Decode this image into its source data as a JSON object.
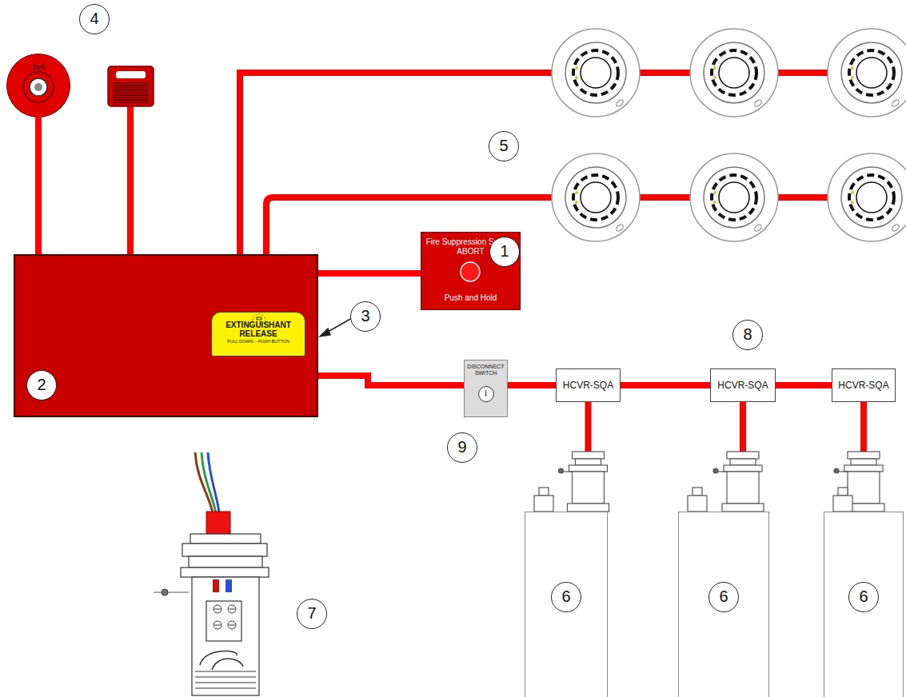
{
  "diagram": {
    "nodes": [
      {
        "text": [
          "Bell"
        ]
      },
      {
        "text": [
          "2"
        ]
      },
      {
        "text": [
          "EXTINGUISHANT RELEASE",
          "PULL DOWN – PUSH BUTTON"
        ],
        "in": 1
      },
      {
        "text": [
          "Fire Suppression System ABORT",
          "Push and Hold"
        ]
      },
      {
        "text": [
          "DISCONNECT SWITCH",
          "I"
        ]
      },
      {
        "text": [
          "HCVR-SQA"
        ]
      },
      {
        "text": [
          "HCVR-SQA"
        ]
      },
      {
        "text": [
          "HCVR-SQA"
        ]
      },
      {
        "text": [
          "6"
        ]
      },
      {
        "text": [
          "6"
        ]
      },
      {
        "text": [
          "6"
        ]
      }
    ],
    "edges": [
      {
        "from": 1,
        "to": 0,
        "arrow": "none"
      },
      {
        "from": 1,
        "to": 3,
        "arrow": "none"
      },
      {
        "from": 1,
        "to": 4,
        "arrow": "none"
      },
      {
        "from": 4,
        "to": 5,
        "arrow": "none"
      },
      {
        "from": 5,
        "to": 6,
        "arrow": "none"
      },
      {
        "from": 6,
        "to": 7,
        "arrow": "none"
      },
      {
        "from": 5,
        "to": 8,
        "arrow": "none"
      },
      {
        "from": 6,
        "to": 9,
        "arrow": "none"
      },
      {
        "from": 7,
        "to": 10,
        "arrow": "none"
      }
    ],
    "labels": [
      "4",
      "5",
      "1",
      "3",
      "8",
      "9",
      "7"
    ]
  }
}
